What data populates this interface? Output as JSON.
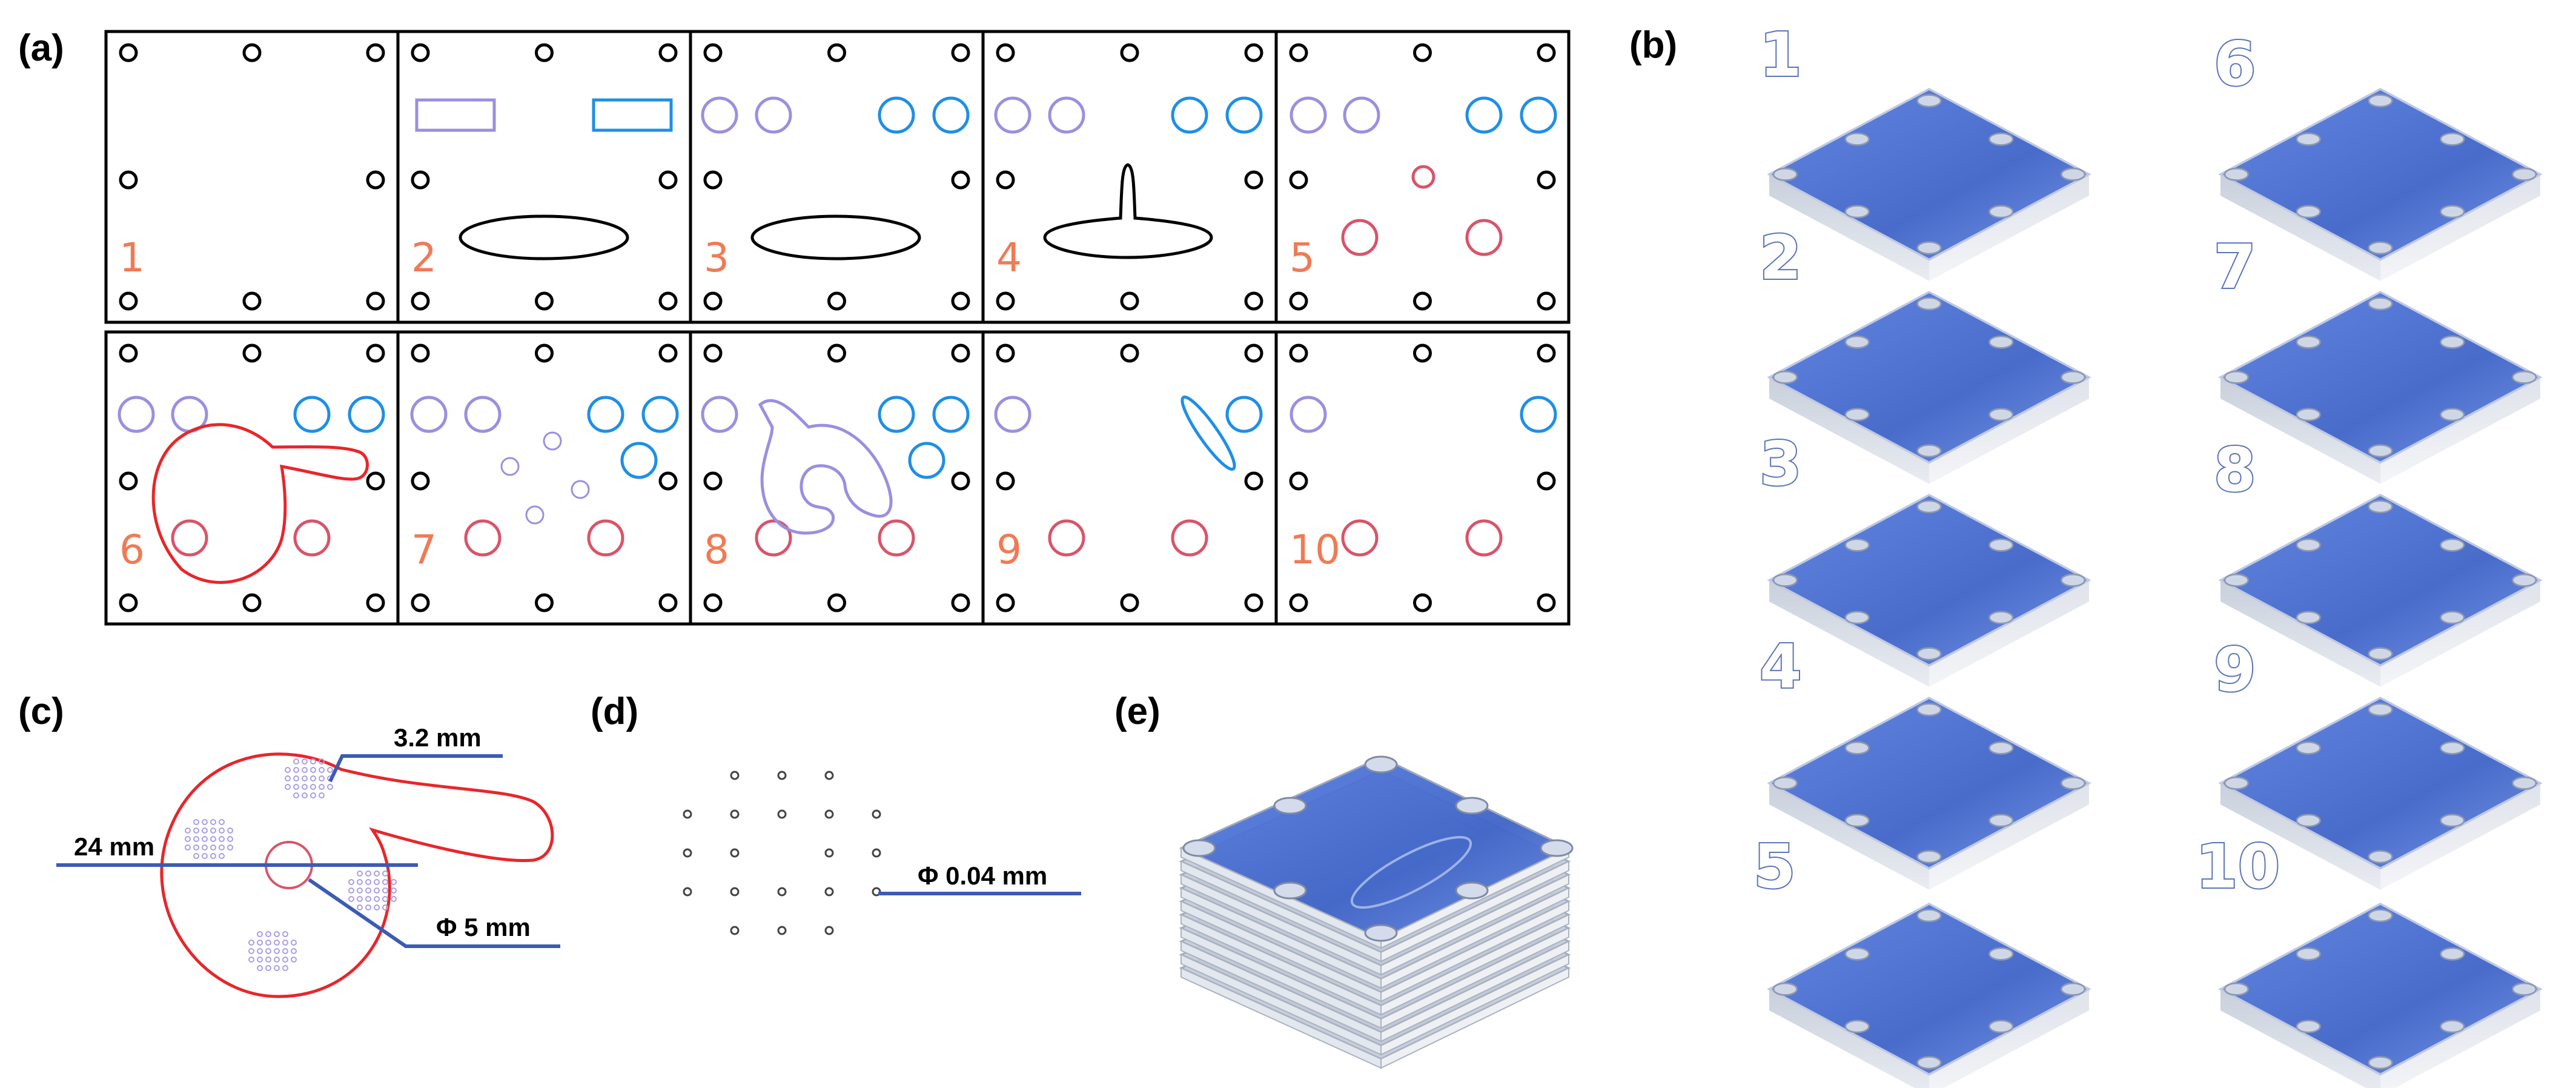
{
  "panels": {
    "a": "(a)",
    "b": "(b)",
    "c": "(c)",
    "d": "(d)",
    "e": "(e)"
  },
  "layer_labels": [
    "1",
    "2",
    "3",
    "4",
    "5",
    "6",
    "7",
    "8",
    "9",
    "10"
  ],
  "render_labels": [
    "1",
    "2",
    "3",
    "4",
    "5",
    "6",
    "7",
    "8",
    "9",
    "10"
  ],
  "dimensions": {
    "gap": "3.2 mm",
    "diameter_outer": "24 mm",
    "diameter_hole": "Φ 5 mm",
    "diameter_pore": "Φ 0.04 mm"
  },
  "colors": {
    "outline": "#000000",
    "purple": "#9b8fe0",
    "blue": "#1e8fe6",
    "pink": "#d8546a",
    "red": "#e8262a",
    "number": "#f07a55",
    "dim_line": "#3b5bb5",
    "glass": "#4a6fd6"
  }
}
